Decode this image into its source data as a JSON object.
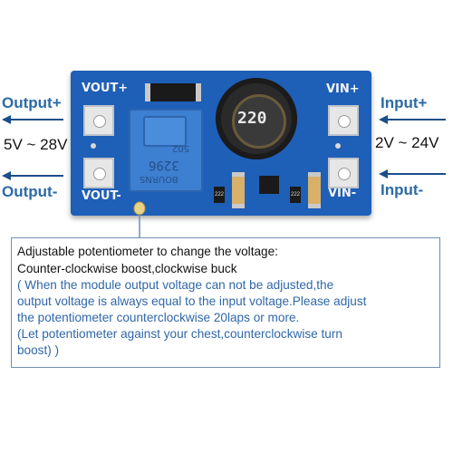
{
  "left": {
    "output_plus": "Output+",
    "voltage_range": "5V ~ 28V",
    "output_minus": "Output-"
  },
  "right": {
    "input_plus": "Input+",
    "voltage_range": "2V ~ 24V",
    "input_minus": "Input-"
  },
  "board": {
    "vout_plus": "VOUT+",
    "vout_minus": "VOUT-",
    "vin_plus": "VIN+",
    "vin_minus": "VIN-",
    "inductor_marking": "220",
    "pot_marking": "3296",
    "pot_brand": "BOURNS",
    "pot_code": "502",
    "resistor_marking": "222",
    "resistor_marking_2": "222",
    "colors": {
      "pcb": "#1e5fb8",
      "potentiometer": "#3d7fd0",
      "label_blue": "#2c6aa6"
    }
  },
  "caption": {
    "line1": "Adjustable potentiometer to change the voltage:",
    "line2": "Counter-clockwise boost,clockwise buck",
    "line3": "( When the module output voltage can not be adjusted,the",
    "line4": "output voltage is always equal to the input voltage.Please adjust",
    "line5": "the potentiometer counterclockwise 20laps or more.",
    "line6": "(Let potentiometer against your chest,counterclockwise turn",
    "line7": "boost) )"
  }
}
